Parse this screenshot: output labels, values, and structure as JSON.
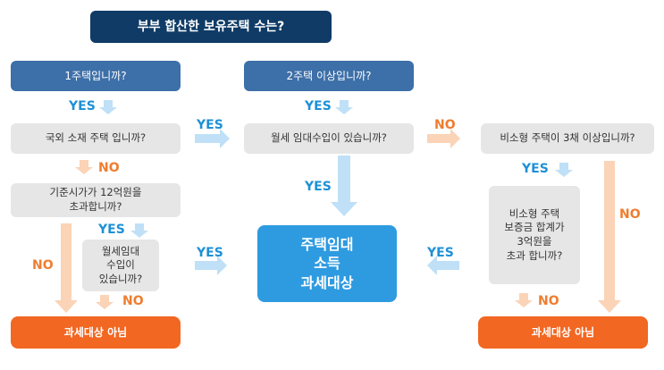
{
  "title": "부부 합산한 보유주택 수는?",
  "questions": {
    "one_house": "1주택입니까?",
    "two_plus": "2주택 이상입니까?",
    "foreign": "국외 소재 주택 입니까?",
    "price": "기준시가가 12억원을\n초과합니까?",
    "rent_left": "월세임대\n수입이\n있습니까?",
    "rent_center": "월세 임대수입이 있습니까?",
    "small_count": "비소형 주택이 3채 이상입니까?",
    "deposit": "비소형 주택\n보증금 합계가\n3억원을\n초과 합니까?"
  },
  "results": {
    "taxable": "주택임대\n소득\n과세대상",
    "not_taxable_left": "과세대상 아님",
    "not_taxable_right": "과세대상 아님"
  },
  "labels": {
    "yes": "YES",
    "no": "NO"
  },
  "colors": {
    "navy": "#0f3b66",
    "blue_box": "#3d6fa8",
    "gray_box": "#e6e6e6",
    "result_blue": "#2e9be1",
    "result_orange": "#f26722",
    "yes_text": "#1e90d6",
    "no_text": "#ef7d2f",
    "yes_arrow": "#bfe0f6",
    "no_arrow": "#fbd3b6"
  }
}
